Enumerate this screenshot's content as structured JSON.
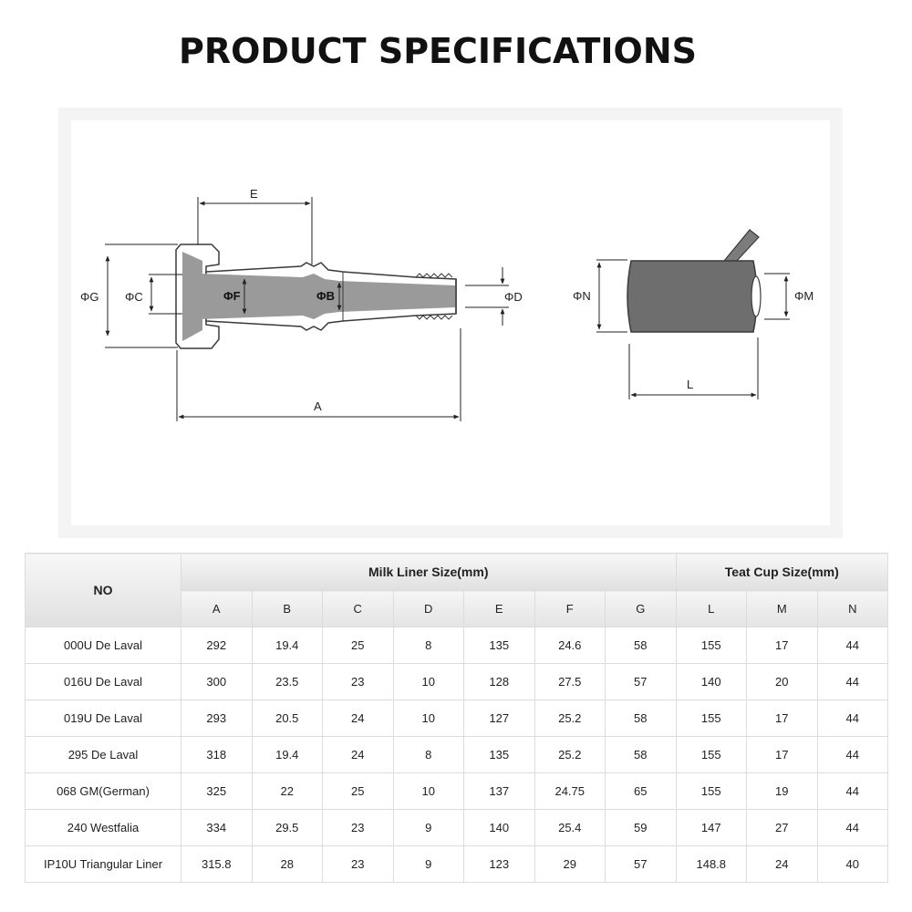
{
  "page": {
    "title": "PRODUCT SPECIFICATIONS"
  },
  "diagram": {
    "liner_labels": {
      "a": "A",
      "b": "ΦB",
      "c": "ΦC",
      "d": "ΦD",
      "e": "E",
      "f": "ΦF",
      "g": "ΦG"
    },
    "cup_labels": {
      "l": "L",
      "m": "ΦM",
      "n": "ΦN"
    },
    "colors": {
      "body_fill": "#8e8e8e",
      "body_dark": "#6a6a6a",
      "outline": "#3a3a3a"
    }
  },
  "table": {
    "no_header": "NO",
    "groups": {
      "milk_liner": "Milk Liner Size(mm)",
      "teat_cup": "Teat Cup Size(mm)"
    },
    "columns": [
      "A",
      "B",
      "C",
      "D",
      "E",
      "F",
      "G",
      "L",
      "M",
      "N"
    ],
    "rows": [
      {
        "no": "000U De Laval",
        "values": [
          "292",
          "19.4",
          "25",
          "8",
          "135",
          "24.6",
          "58",
          "155",
          "17",
          "44"
        ]
      },
      {
        "no": "016U De Laval",
        "values": [
          "300",
          "23.5",
          "23",
          "10",
          "128",
          "27.5",
          "57",
          "140",
          "20",
          "44"
        ]
      },
      {
        "no": "019U De Laval",
        "values": [
          "293",
          "20.5",
          "24",
          "10",
          "127",
          "25.2",
          "58",
          "155",
          "17",
          "44"
        ]
      },
      {
        "no": "295 De Laval",
        "values": [
          "318",
          "19.4",
          "24",
          "8",
          "135",
          "25.2",
          "58",
          "155",
          "17",
          "44"
        ]
      },
      {
        "no": "068 GM(German)",
        "values": [
          "325",
          "22",
          "25",
          "10",
          "137",
          "24.75",
          "65",
          "155",
          "19",
          "44"
        ]
      },
      {
        "no": "240 Westfalia",
        "values": [
          "334",
          "29.5",
          "23",
          "9",
          "140",
          "25.4",
          "59",
          "147",
          "27",
          "44"
        ]
      },
      {
        "no": "IP10U Triangular Liner",
        "values": [
          "315.8",
          "28",
          "23",
          "9",
          "123",
          "29",
          "57",
          "148.8",
          "24",
          "40"
        ]
      }
    ]
  }
}
